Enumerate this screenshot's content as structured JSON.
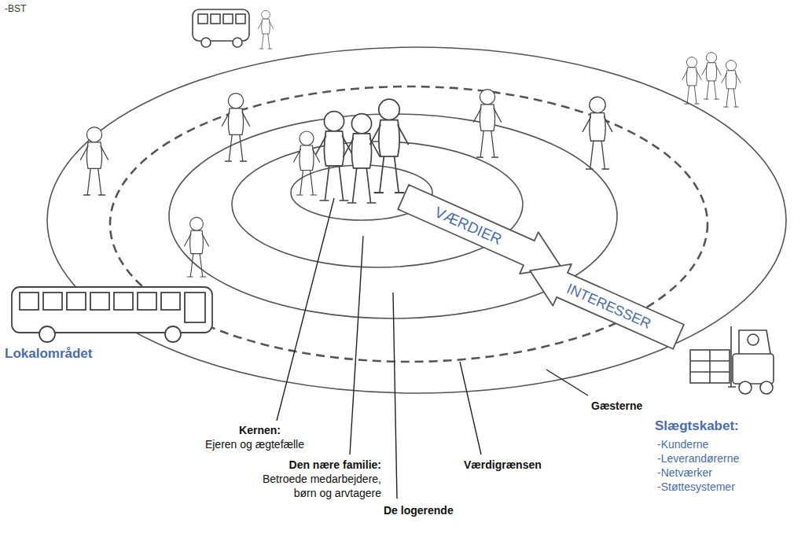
{
  "diagram": {
    "labels": [
      "-BST",
      "VÆRDIER",
      "INTERESSER",
      "Lokalområdet",
      "Kernen:",
      "Ejeren og ægtefælle",
      "Den nære familie:",
      "Betroede medarbejdere, børn og arvtagere",
      "De logerende",
      "Værdigrænsen",
      "Gæsterne",
      "Slægtskabet:",
      "-Kunderne",
      "-Leverandørerne",
      "-Netværker",
      "-Støttesystemer"
    ]
  }
}
